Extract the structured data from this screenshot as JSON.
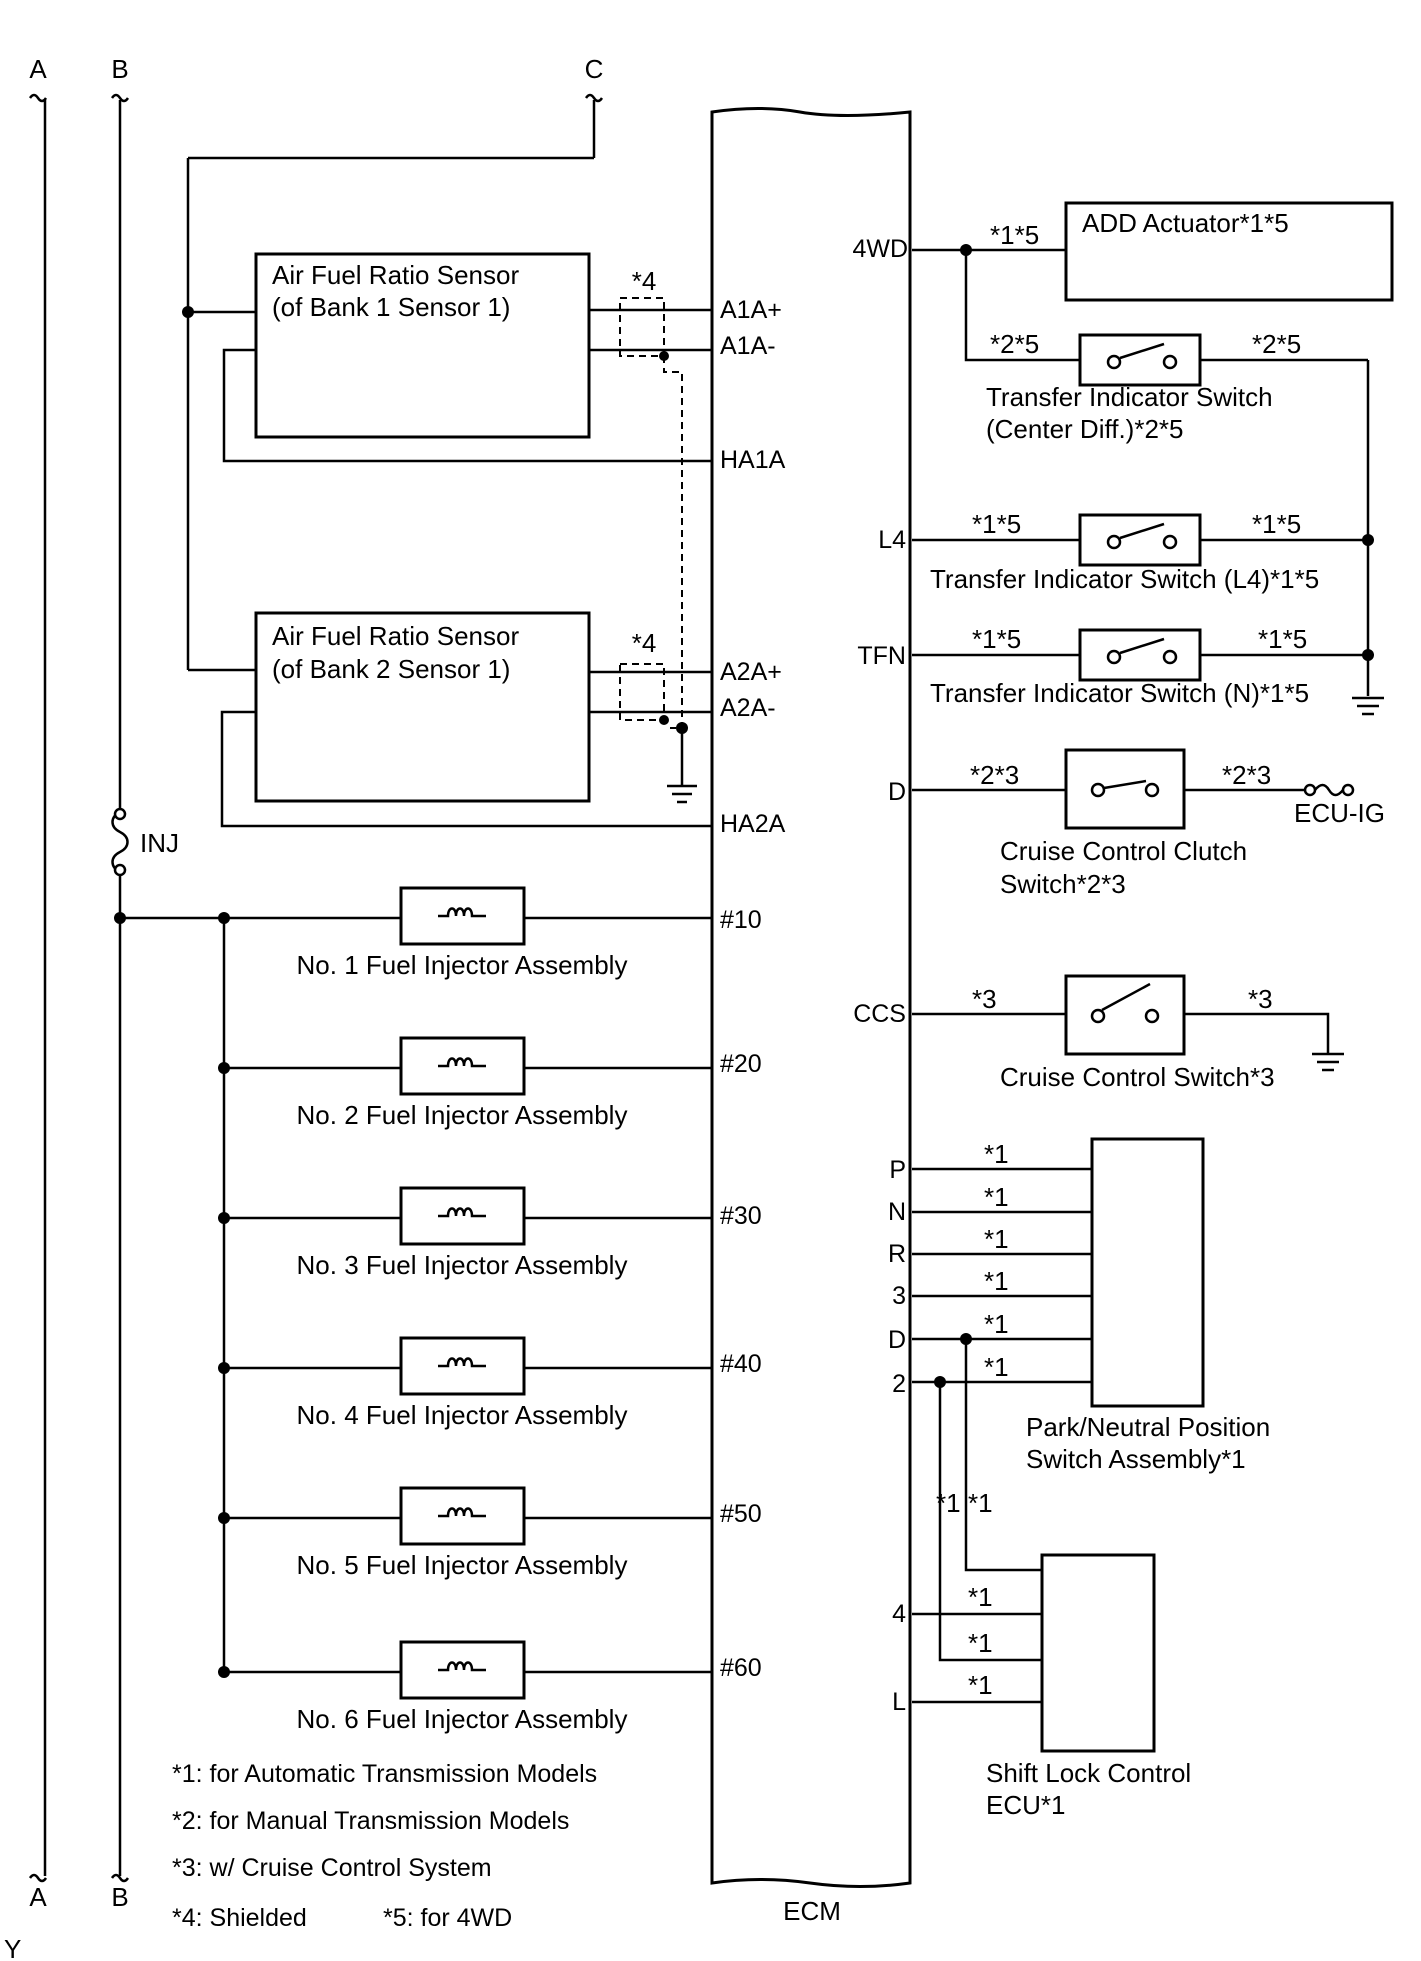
{
  "bus_labels": {
    "a_top": "A",
    "b_top": "B",
    "c_top": "C",
    "a_bottom": "A",
    "b_bottom": "B"
  },
  "ecm": {
    "label": "ECM"
  },
  "fuse_inj": "INJ",
  "sensors": [
    {
      "line1": "Air Fuel Ratio Sensor",
      "line2": "(of Bank 1 Sensor 1)",
      "shield": "*4"
    },
    {
      "line1": "Air Fuel Ratio Sensor",
      "line2": "(of Bank 2 Sensor 1)",
      "shield": "*4"
    }
  ],
  "left_pins": [
    "A1A+",
    "A1A-",
    "HA1A",
    "A2A+",
    "A2A-",
    "HA2A",
    "#10",
    "#20",
    "#30",
    "#40",
    "#50",
    "#60"
  ],
  "injectors": [
    "No. 1 Fuel Injector Assembly",
    "No. 2 Fuel Injector Assembly",
    "No. 3 Fuel Injector Assembly",
    "No. 4 Fuel Injector Assembly",
    "No. 5 Fuel Injector Assembly",
    "No. 6 Fuel Injector Assembly"
  ],
  "right_pins": [
    "4WD",
    "L4",
    "TFN",
    "D",
    "CCS",
    "P",
    "N",
    "R",
    "3",
    "D",
    "2",
    "4",
    "L"
  ],
  "add_actuator": {
    "label": "ADD Actuator*1*5",
    "wire": "*1*5"
  },
  "switches": {
    "center_diff": {
      "line1": "Transfer Indicator Switch",
      "line2": "(Center Diff.)*2*5",
      "wire_left": "*2*5",
      "wire_right": "*2*5"
    },
    "l4": {
      "label": "Transfer Indicator Switch (L4)*1*5",
      "wire_left": "*1*5",
      "wire_right": "*1*5"
    },
    "n": {
      "label": "Transfer Indicator Switch (N)*1*5",
      "wire_left": "*1*5",
      "wire_right": "*1*5"
    },
    "clutch": {
      "line1": "Cruise Control Clutch",
      "line2": "Switch*2*3",
      "wire_left": "*2*3",
      "wire_right": "*2*3"
    },
    "cruise": {
      "label": "Cruise Control Switch*3",
      "wire_left": "*3",
      "wire_right": "*3"
    }
  },
  "ecu_ig": "ECU-IG",
  "pnp": {
    "line1": "Park/Neutral Position",
    "line2": "Switch Assembly*1",
    "wire_labels": [
      "*1",
      "*1",
      "*1",
      "*1",
      "*1",
      "*1"
    ]
  },
  "shift_lock": {
    "line1": "Shift Lock Control",
    "line2": "ECU*1",
    "wire_labels": [
      "*1",
      "*1",
      "*1",
      "*1",
      "*1"
    ]
  },
  "legend": [
    "*1: for Automatic Transmission Models",
    "*2: for Manual Transmission Models",
    "*3: w/ Cruise Control System",
    "*4: Shielded",
    "*5: for 4WD"
  ],
  "corner_mark": "Y"
}
